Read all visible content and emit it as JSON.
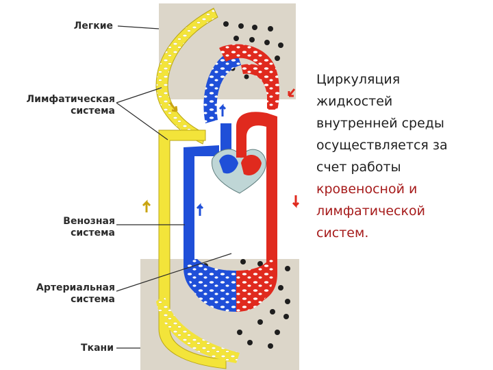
{
  "labels": {
    "lungs": "Легкие",
    "lymph_line1": "Лимфатическая",
    "lymph_line2": "система",
    "venous_line1": "Венозная",
    "venous_line2": "система",
    "arterial_line1": "Артериальная",
    "arterial_line2": "система",
    "tissues": "Ткани"
  },
  "caption": {
    "lines": [
      "Циркуляция",
      "жидкостей",
      "внутренней среды",
      "осуществляется за",
      "счет работы"
    ],
    "highlight_lines": [
      "кровеносной и",
      "лимфатической",
      "систем."
    ]
  },
  "colors": {
    "arterial": "#e02a1e",
    "venous": "#1f4fd8",
    "lymph": "#f3e43a",
    "tissue_bg": "#d9d3c6",
    "highlight": "#a61b1b"
  }
}
